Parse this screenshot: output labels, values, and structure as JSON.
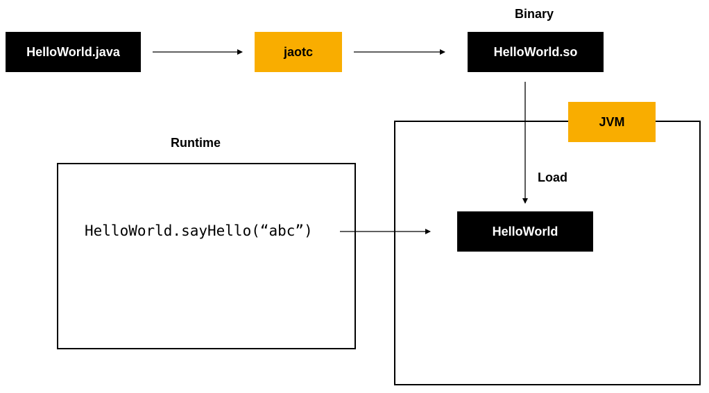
{
  "colors": {
    "dark_box": "#000000",
    "amber_box": "#f9ad00",
    "line": "#000000"
  },
  "nodes": {
    "source": "HelloWorld.java",
    "compiler": "jaotc",
    "binary": "HelloWorld.so",
    "jvm": "JVM",
    "loaded_class": "HelloWorld"
  },
  "labels": {
    "binary": "Binary",
    "runtime": "Runtime",
    "load": "Load"
  },
  "code": {
    "call": "HelloWorld.sayHello(“abc”)"
  },
  "edges": [
    {
      "from": "HelloWorld.java",
      "to": "jaotc"
    },
    {
      "from": "jaotc",
      "to": "HelloWorld.so"
    },
    {
      "from": "HelloWorld.so",
      "to": "HelloWorld",
      "label": "Load"
    },
    {
      "from": "HelloWorld.sayHello(“abc”)",
      "to": "HelloWorld"
    }
  ]
}
